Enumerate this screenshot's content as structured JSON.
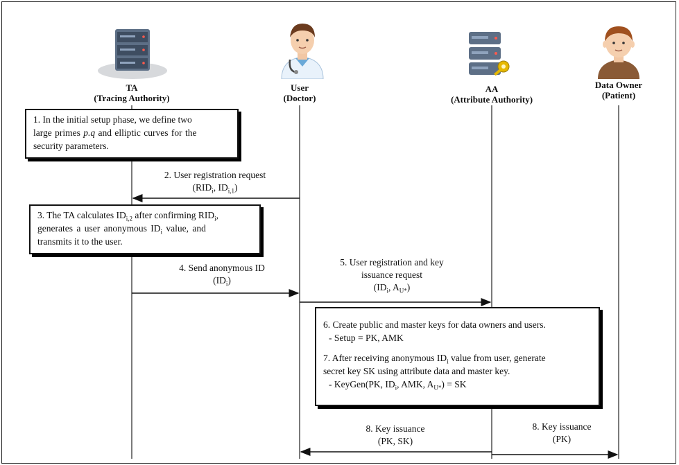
{
  "actors": {
    "ta": {
      "name": "TA",
      "role": "(Tracing Authority)",
      "icon": "server-rack-icon"
    },
    "user": {
      "name": "User",
      "role": "(Doctor)",
      "icon": "doctor-avatar-icon"
    },
    "aa": {
      "name": "AA",
      "role": "(Attribute Authority)",
      "icon": "server-key-icon"
    },
    "owner": {
      "name": "Data Owner",
      "role": "(Patient)",
      "icon": "patient-avatar-icon"
    }
  },
  "steps": {
    "step1": {
      "line1": "1. In the initial setup phase, we define two",
      "line2_a": "large primes ",
      "line2_pq": "p.q",
      "line2_b": " and elliptic curves for the",
      "line3": "security parameters."
    },
    "step2": {
      "label": "2. User registration request",
      "rid": "RID",
      "rid_sub": "i",
      "id": "ID",
      "id_sub": "i,1"
    },
    "step3": {
      "l1_a": "3. The TA calculates ID",
      "l1_sub1": "i,2",
      "l1_b": " after confirming RID",
      "l1_sub2": "i",
      "l1_c": ",",
      "l2_a": "generates a user anonymous ID",
      "l2_sub": "i",
      "l2_b": " value, and",
      "l3": "transmits it to the user."
    },
    "step4": {
      "label": "4. Send anonymous ID",
      "id": "ID",
      "id_sub": "i"
    },
    "step5": {
      "line1": "5. User registration and key",
      "line2": "issuance request",
      "id": "ID",
      "id_sub": "i",
      "a": "A",
      "a_sub": "U*"
    },
    "step6": {
      "line1": "6. Create public and master keys for data owners and users.",
      "line2": "- Setup = PK, AMK"
    },
    "step7": {
      "l1_a": "7. After receiving anonymous ID",
      "l1_sub": "i",
      "l1_b": " value from user, generate",
      "line2": "secret key SK using attribute data and master key.",
      "l3_a": "- KeyGen(PK, ID",
      "l3_sub1": "i",
      "l3_b": ", AMK, A",
      "l3_sub2": "U*",
      "l3_c": ") = SK"
    },
    "step8a": {
      "label": "8. Key issuance",
      "params": "(PK, SK)"
    },
    "step8b": {
      "label": "8. Key issuance",
      "params": "(PK)"
    }
  }
}
